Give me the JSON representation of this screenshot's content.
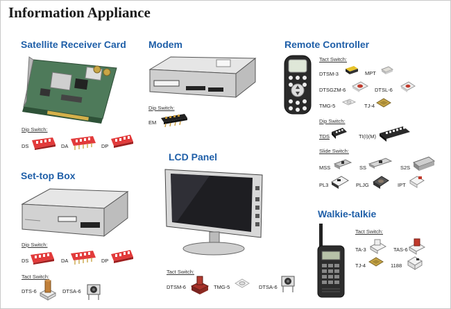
{
  "title": "Information Appliance",
  "sections": {
    "satellite": {
      "title": "Satellite Receiver Card",
      "sub": "Dip Switch:",
      "items": [
        "DS",
        "DA",
        "DP"
      ]
    },
    "modem": {
      "title": "Modem",
      "sub": "Dip Switch:",
      "items": [
        "EM"
      ]
    },
    "remote": {
      "title": "Remote Controller",
      "tact_sub": "Tact Switch:",
      "tact": [
        "DTSM-3",
        "MPT",
        "DTSGZM-6",
        "DTSL-6",
        "TMG-5",
        "TJ-4"
      ],
      "dip_sub": "Dip Switch:",
      "dip": [
        "TDS",
        "TI(I)(M)"
      ],
      "slide_sub": "Slide Switch:",
      "slide": [
        "MSS",
        "SS",
        "S2S",
        "PL3",
        "PLJG",
        "IPT"
      ]
    },
    "settop": {
      "title": "Set-top Box",
      "dip_sub": "Dip Switch:",
      "dip": [
        "DS",
        "DA",
        "DP"
      ],
      "tact_sub": "Tact Switch:",
      "tact": [
        "DTS-6",
        "DTSA-6"
      ]
    },
    "lcd": {
      "title": "LCD Panel",
      "tact_sub": "Tact Switch:",
      "tact": [
        "DTSM-6",
        "TMG-5",
        "DTSA-6"
      ]
    },
    "walkie": {
      "title": "Walkie-talkie",
      "tact_sub": "Tact Switch:",
      "tact": [
        "TA-3",
        "TAS-6",
        "TJ-4",
        "1188"
      ]
    }
  }
}
